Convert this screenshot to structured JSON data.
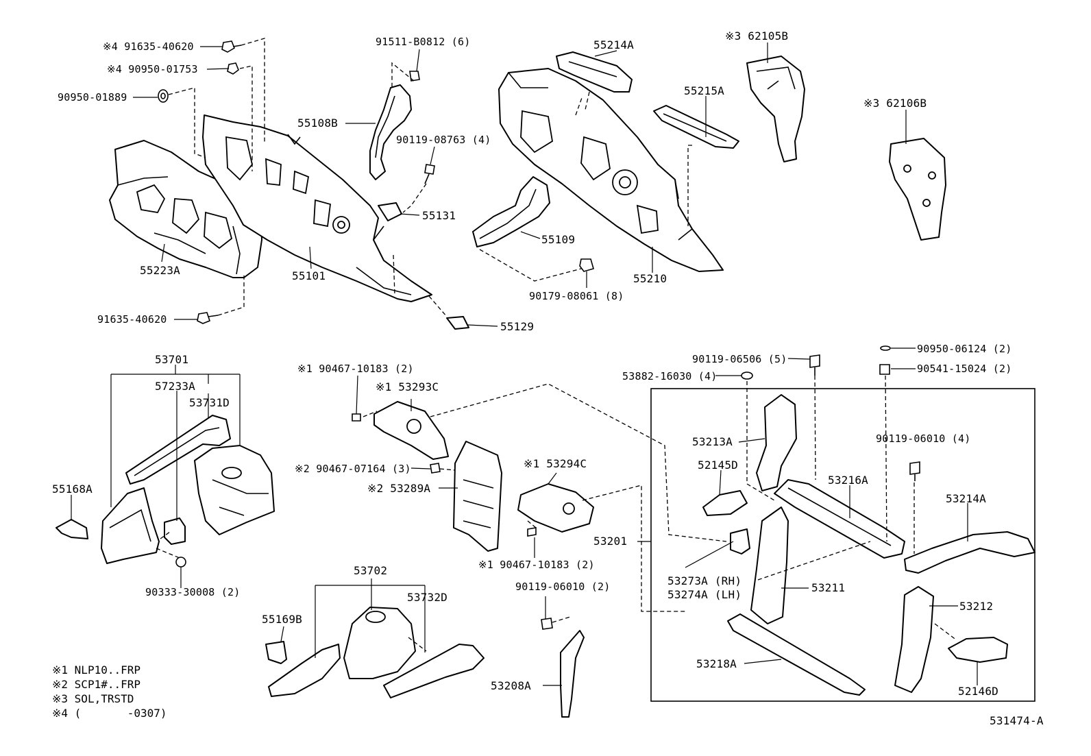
{
  "labels": {
    "p91635_40620_top": "※4 91635-40620",
    "p90950_01753": "※4 90950-01753",
    "p90950_01889": "90950-01889",
    "p91511_b0812": "91511-B0812 (6)",
    "p55108b": "55108B",
    "p90119_08763": "90119-08763 (4)",
    "p55131": "55131",
    "p55223a": "55223A",
    "p55101": "55101",
    "p91635_40620_bot": "91635-40620",
    "p55129": "55129",
    "p55214a": "55214A",
    "p55215a": "55215A",
    "p55109": "55109",
    "p55210": "55210",
    "p90179_08061": "90179-08061 (8)",
    "p62105b": "※3 62105B",
    "p62106b": "※3 62106B",
    "p53701": "53701",
    "p57233a": "57233A",
    "p53731d": "53731D",
    "p55168a": "55168A",
    "p90333_30008": "90333-30008 (2)",
    "p90467_10183_top": "※1 90467-10183 (2)",
    "p53293c": "※1 53293C",
    "p90467_07164": "※2 90467-07164 (3)",
    "p53289a": "※2 53289A",
    "p53294c": "※1 53294C",
    "p90467_10183_bot": "※1 90467-10183 (2)",
    "p53702": "53702",
    "p53732d": "53732D",
    "p55169b": "55169B",
    "p90119_06010_mid": "90119-06010 (2)",
    "p53208a": "53208A",
    "p90119_06506": "90119-06506 (5)",
    "p53882_16030": "53882-16030 (4)",
    "p90950_06124": "90950-06124 (2)",
    "p90541_15024": "90541-15024 (2)",
    "p53213a": "53213A",
    "p90119_06010_right": "90119-06010 (4)",
    "p52145d": "52145D",
    "p53216a": "53216A",
    "p53214a": "53214A",
    "p53201": "53201",
    "p53273a": "53273A (RH)",
    "p53274a": "53274A (LH)",
    "p53211": "53211",
    "p53212": "53212",
    "p53218a": "53218A",
    "p52146d": "52146D"
  },
  "notes": [
    "※1 NLP10..FRP",
    "※2 SCP1#..FRP",
    "※3 SOL,TRSTD",
    "※4 (       -0307)"
  ],
  "diagram_id": "531474-A"
}
